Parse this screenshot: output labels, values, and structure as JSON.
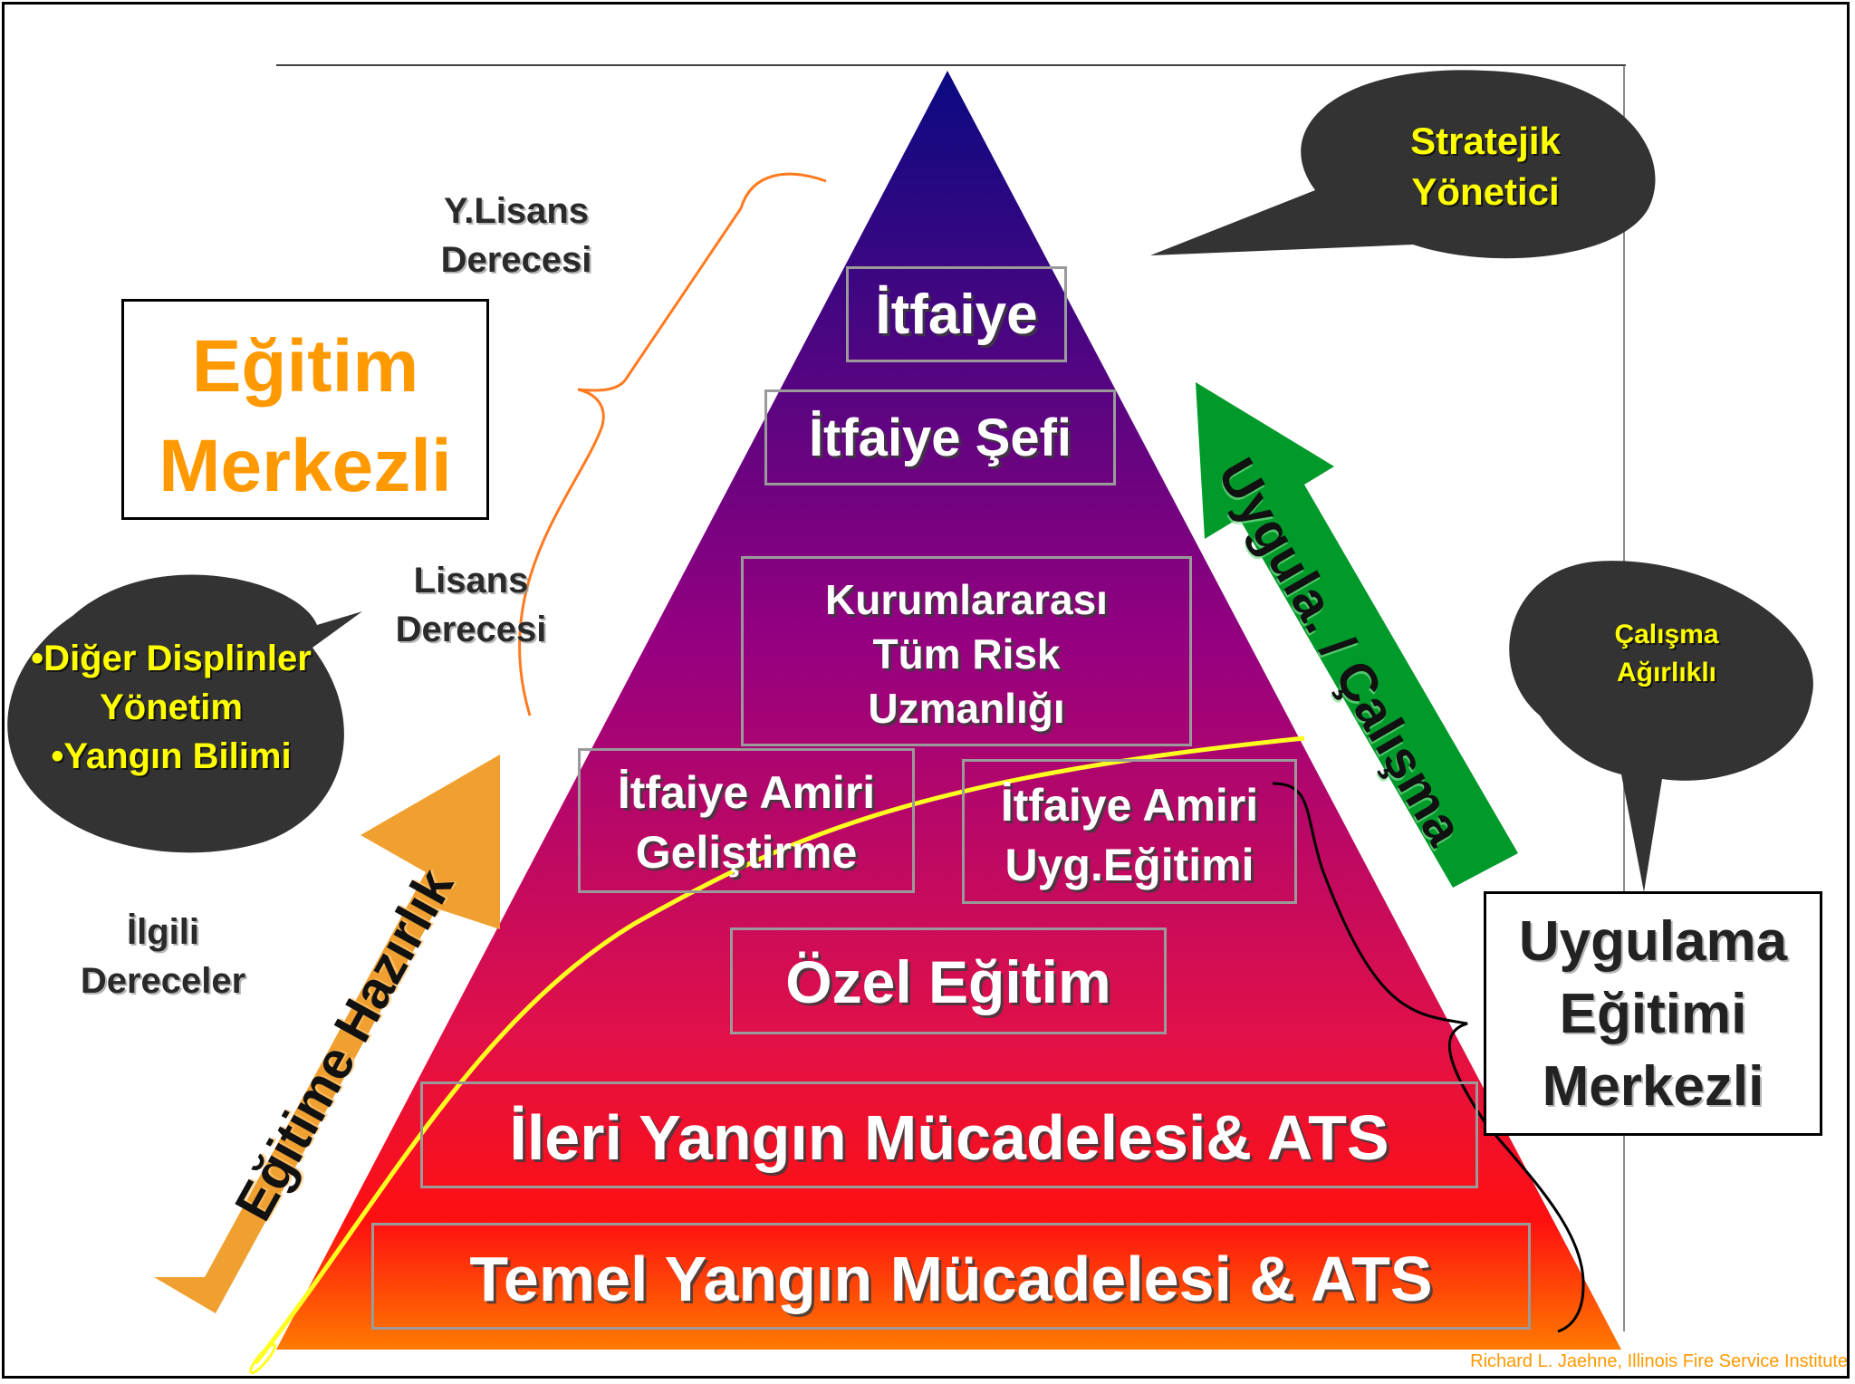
{
  "pyramid": {
    "levels": [
      "İtfaiye",
      "İtfaiye Şefi",
      "Kurumlararası\nTüm Risk\nUzmanlığı",
      "İtfaiye Amiri\nGeliştirme",
      "İtfaiye Amiri\nUyg.Eğitimi",
      "Özel Eğitim",
      "İleri Yangın Mücadelesi& ATS",
      "Temel Yangın Mücadelesi & ATS"
    ]
  },
  "left": {
    "center_box": "Eğitim\nMerkezli",
    "degree_top": "Y.Lisans\nDerecesi",
    "degree_mid": "Lisans\nDerecesi",
    "degree_bottom": "İlgili\nDereceler",
    "bubble": "•Diğer Displinler\nYönetim\n•Yangın Bilimi",
    "arrow_label": "Eğitime Hazırlık"
  },
  "right": {
    "bubble_top": "Stratejik\nYönetici",
    "bubble_mid": "Çalışma\nAğırlıklı",
    "arrow_label": "Uygula. / Çalışma",
    "center_box": "Uygulama\nEğitimi\nMerkezli"
  },
  "credit": "Richard L. Jaehne, Illinois Fire Service Institute",
  "colors": {
    "apex": "#0a0a82",
    "middle": "#a0007a",
    "base": "#ff6a00",
    "left_arrow": "#f0a030",
    "right_arrow": "#009a2a",
    "accent": "#ff9900"
  }
}
